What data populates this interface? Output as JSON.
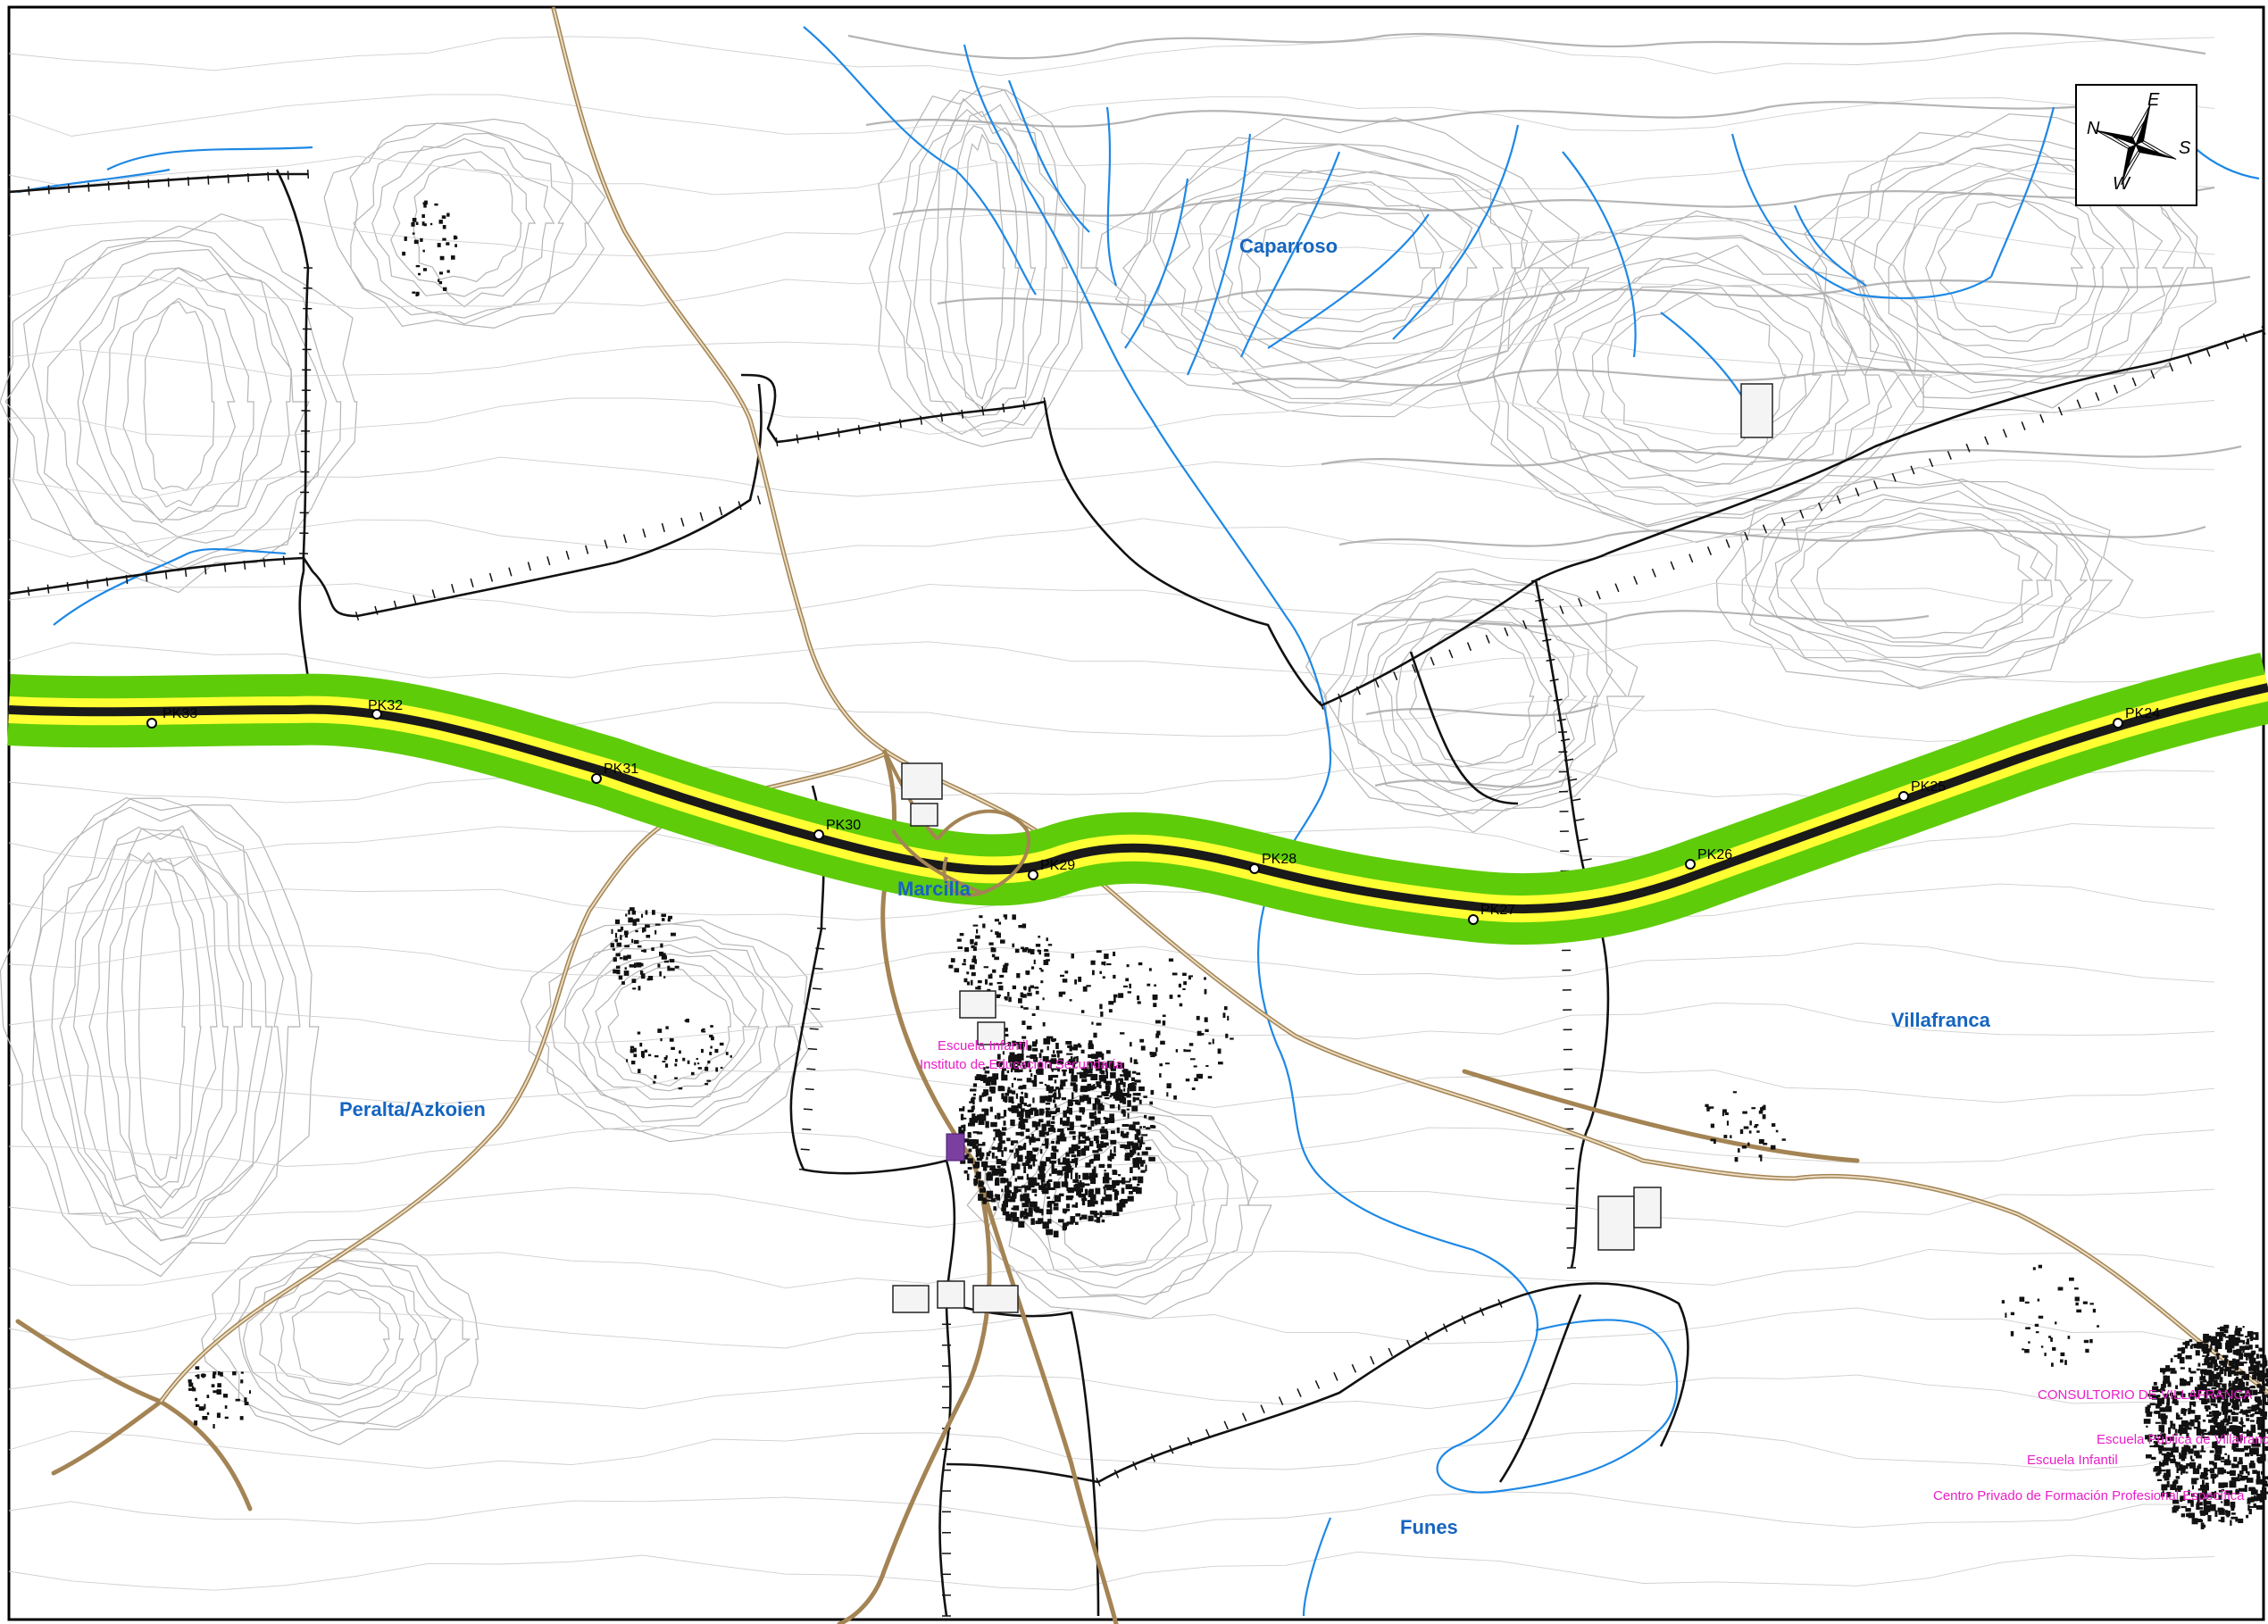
{
  "map": {
    "municipalities": [
      {
        "id": "caparroso",
        "name": "Caparroso"
      },
      {
        "id": "marcilla",
        "name": "Marcilla"
      },
      {
        "id": "peralta",
        "name": "Peralta/Azkoien"
      },
      {
        "id": "villafranca",
        "name": "Villafranca"
      },
      {
        "id": "funes",
        "name": "Funes"
      }
    ],
    "pois": [
      {
        "id": "escuela-infantil-marcilla",
        "label": "Escuela Infantil"
      },
      {
        "id": "instituto-marcilla",
        "label": "Instituto de Educación Secundaria"
      },
      {
        "id": "consultorio-villafranca",
        "label": "CONSULTORIO DE VILLAFRANCA"
      },
      {
        "id": "escuela-publica-villafranca",
        "label": "Escuela Pública de Villafranca"
      },
      {
        "id": "escuela-infantil-villafranca",
        "label": "Escuela Infantil"
      },
      {
        "id": "centro-privado-villafranca",
        "label": "Centro Privado de Formación Profesional Específica"
      }
    ],
    "kilometer_posts": [
      "PK33",
      "PK32",
      "PK31",
      "PK30",
      "PK29",
      "PK28",
      "PK27",
      "PK26",
      "PK25",
      "PK24"
    ],
    "compass": {
      "N": "N",
      "E": "E",
      "S": "S",
      "W": "W"
    },
    "colors": {
      "corridor_outer": "#5fcc0a",
      "corridor_inner": "#ffff33",
      "highway": "#1a1a1a",
      "road": "#b09060",
      "river": "#1e88e5",
      "boundary": "#111111",
      "contour": "#b5b5b5",
      "place_label": "#1565c0",
      "poi_label": "#e91ec8"
    }
  }
}
